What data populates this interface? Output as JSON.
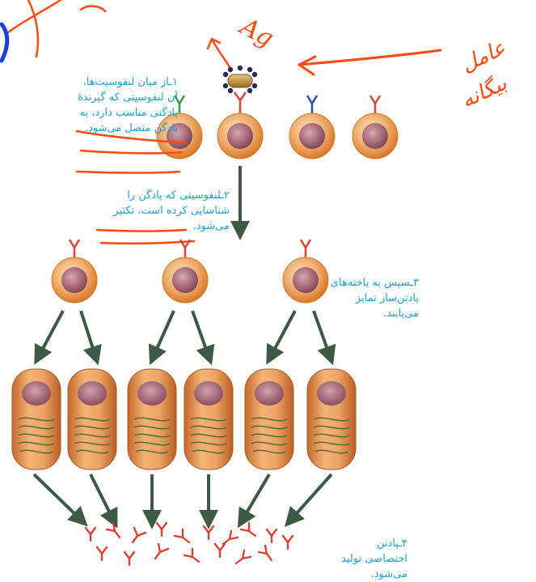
{
  "diagram": {
    "steps": [
      {
        "number": "۱ـ",
        "text": "از میان لنفوسیت‌ها، آن لنفوسیتی که گیرندهٔ پادگنی مناسب دارد، به پادگن متصل می‌شود."
      },
      {
        "number": "۲ـ",
        "text": "لنفوسیتی که پادگن را شناسایی کرده است، تکثیر می‌شود."
      },
      {
        "number": "۳ـ",
        "text": "سپس به یاخته‌های پادتن‌ساز تمایز می‌یابند."
      },
      {
        "number": "۴ـ",
        "text": "پادتن اختصاصی تولید می‌شود."
      }
    ],
    "handwriting": {
      "antigen_label": "Ag",
      "right_note_line1": "عامل",
      "right_note_line2": "بیگانه"
    },
    "colors": {
      "step_text": "#1aa0d8",
      "cell_membrane": "#e8953a",
      "cell_nucleus": "#a86a78",
      "plasma_cell": "#dd8a3a",
      "arrow": "#3c5a44",
      "antibody": "#e23b2e",
      "pen_orange": "#ff4a10",
      "pen_blue": "#1a3fe0",
      "receptor_green": "#3a9a4a",
      "receptor_blue": "#3050b0",
      "receptor_red": "#d84a3a"
    }
  }
}
